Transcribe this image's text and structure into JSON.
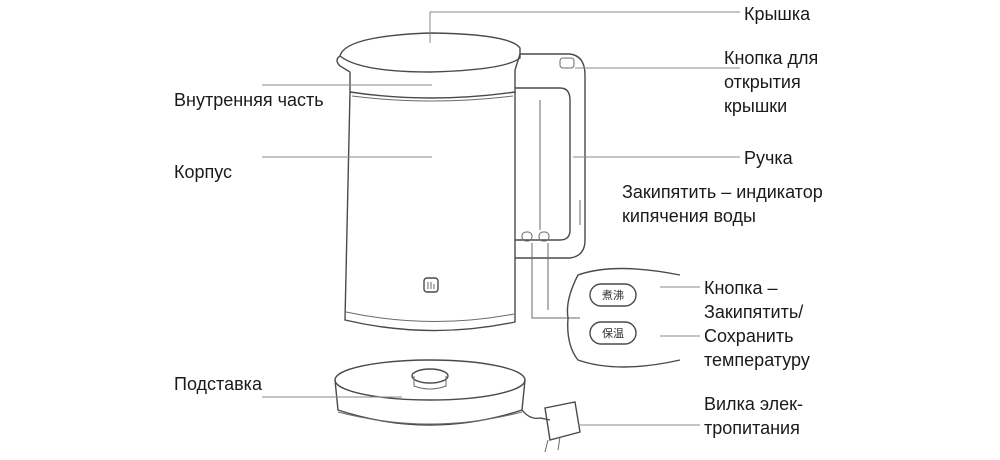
{
  "labels": {
    "lid": "Крышка",
    "lid_button": [
      "Кнопка для",
      "открытия",
      "крышки"
    ],
    "inner": "Внутренняя часть",
    "body": "Корпус",
    "handle": "Ручка",
    "indicator": [
      "Закипятить – индикатор",
      "кипячения воды"
    ],
    "button": [
      "Кнопка –",
      "Закипятить/",
      "Сохранить",
      "температуру"
    ],
    "base": "Подставка",
    "plug": [
      "Вилка элек-",
      "тропитания"
    ]
  },
  "buttons": {
    "boil": "煮沸",
    "keep_warm": "保温"
  }
}
